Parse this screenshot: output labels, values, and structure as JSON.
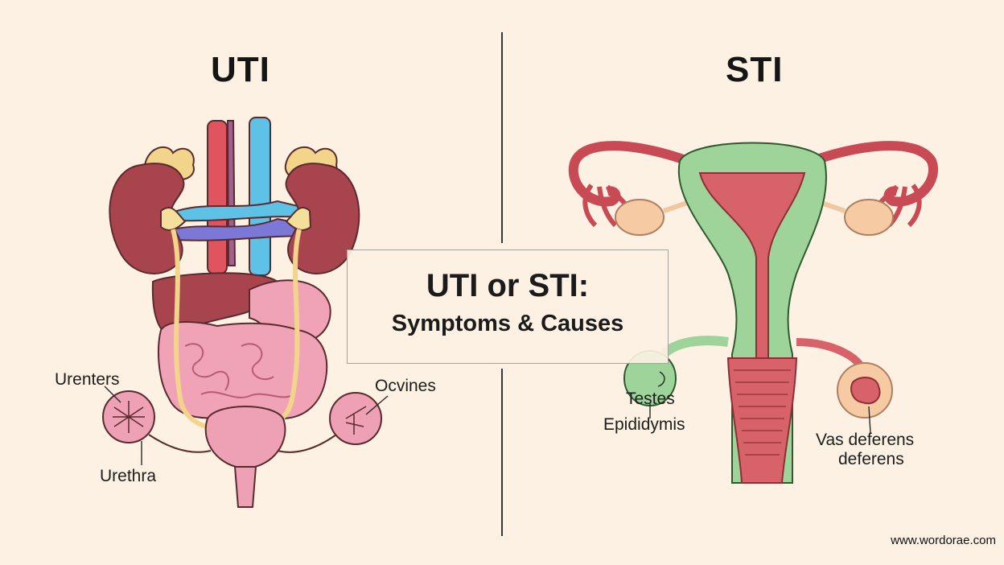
{
  "headings": {
    "left": "UTI",
    "right": "STI"
  },
  "title_box": {
    "line1": "UTI or STI:",
    "line2": "Symptoms & Causes"
  },
  "labels": {
    "urenters": "Urenters",
    "urethra": "Urethra",
    "ocvines": "Ocvines",
    "testes": "Testes",
    "epididymis": "Epididymis",
    "vas_deferens_1": "Vas deferens",
    "vas_deferens_2": "deferens"
  },
  "footer": {
    "website": "www.wordorae.com"
  },
  "colors": {
    "background": "#fcf1e2",
    "kidney": "#a8444e",
    "artery": "#e0545f",
    "vein": "#5ec1e6",
    "green_tissue": "#9ed39a",
    "red_tissue": "#d8626a"
  }
}
